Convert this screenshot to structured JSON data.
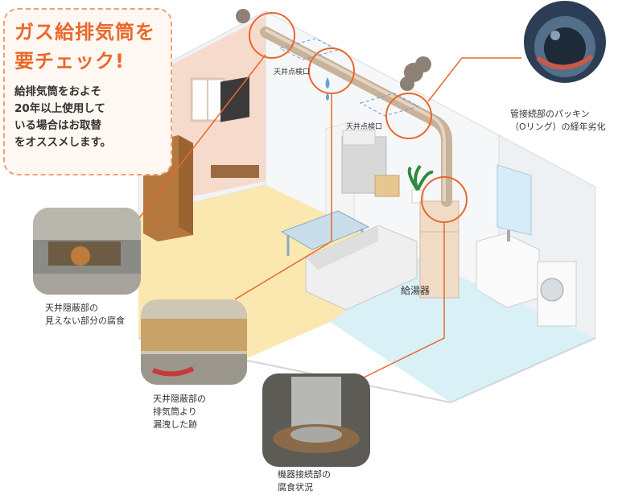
{
  "callout": {
    "title_line1": "ガス給排気筒を",
    "title_line2": "要チェック!",
    "body_line1": "給排気筒をおよそ",
    "body_line2": "20年以上使用して",
    "body_line3": "いる場合はお取替",
    "body_line4": "をオススメします。"
  },
  "room_labels": {
    "ceiling_hatch_1": "天井点検口",
    "ceiling_hatch_2": "天井点検口",
    "water_heater": "給湯器"
  },
  "photo_captions": {
    "packing": "管接続部のパッキン\n（Oリング）の経年劣化",
    "hidden_corrosion": "天井隠蔽部の\n見えない部分の腐食",
    "leak": "天井隠蔽部の\n排気筒より\n漏洩した跡",
    "connection": "機器接続部の\n腐食状況"
  },
  "colors": {
    "accent": "#e8682c",
    "callout_border": "#f0a070",
    "floor_living": "#fbe7b0",
    "floor_bath": "#d9f0f7",
    "wall": "#f4f6f7",
    "pipe": "#c9b29a"
  }
}
